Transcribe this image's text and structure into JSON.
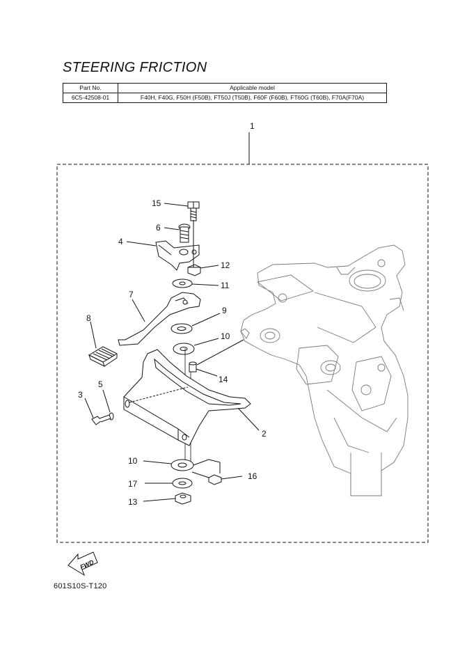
{
  "title": "STEERING FRICTION",
  "table": {
    "headers": [
      "Part No.",
      "Applicable model"
    ],
    "rows": [
      [
        "6C5-42508-01",
        "F40H, F40G, F50H (F50B), FT50J (T50B), F60F (F60B), FT60G (T60B), F70A(F70A)"
      ]
    ]
  },
  "callouts": {
    "c1": "1",
    "c15": "15",
    "c6": "6",
    "c4": "4",
    "c12": "12",
    "c11": "11",
    "c7": "7",
    "c9": "9",
    "c8": "8",
    "c10a": "10",
    "c14": "14",
    "c5": "5",
    "c3": "3",
    "c2": "2",
    "c10b": "10",
    "c16": "16",
    "c17": "17",
    "c13": "13"
  },
  "fwd_label": "FWD",
  "figure_code": "601S10S-T120"
}
